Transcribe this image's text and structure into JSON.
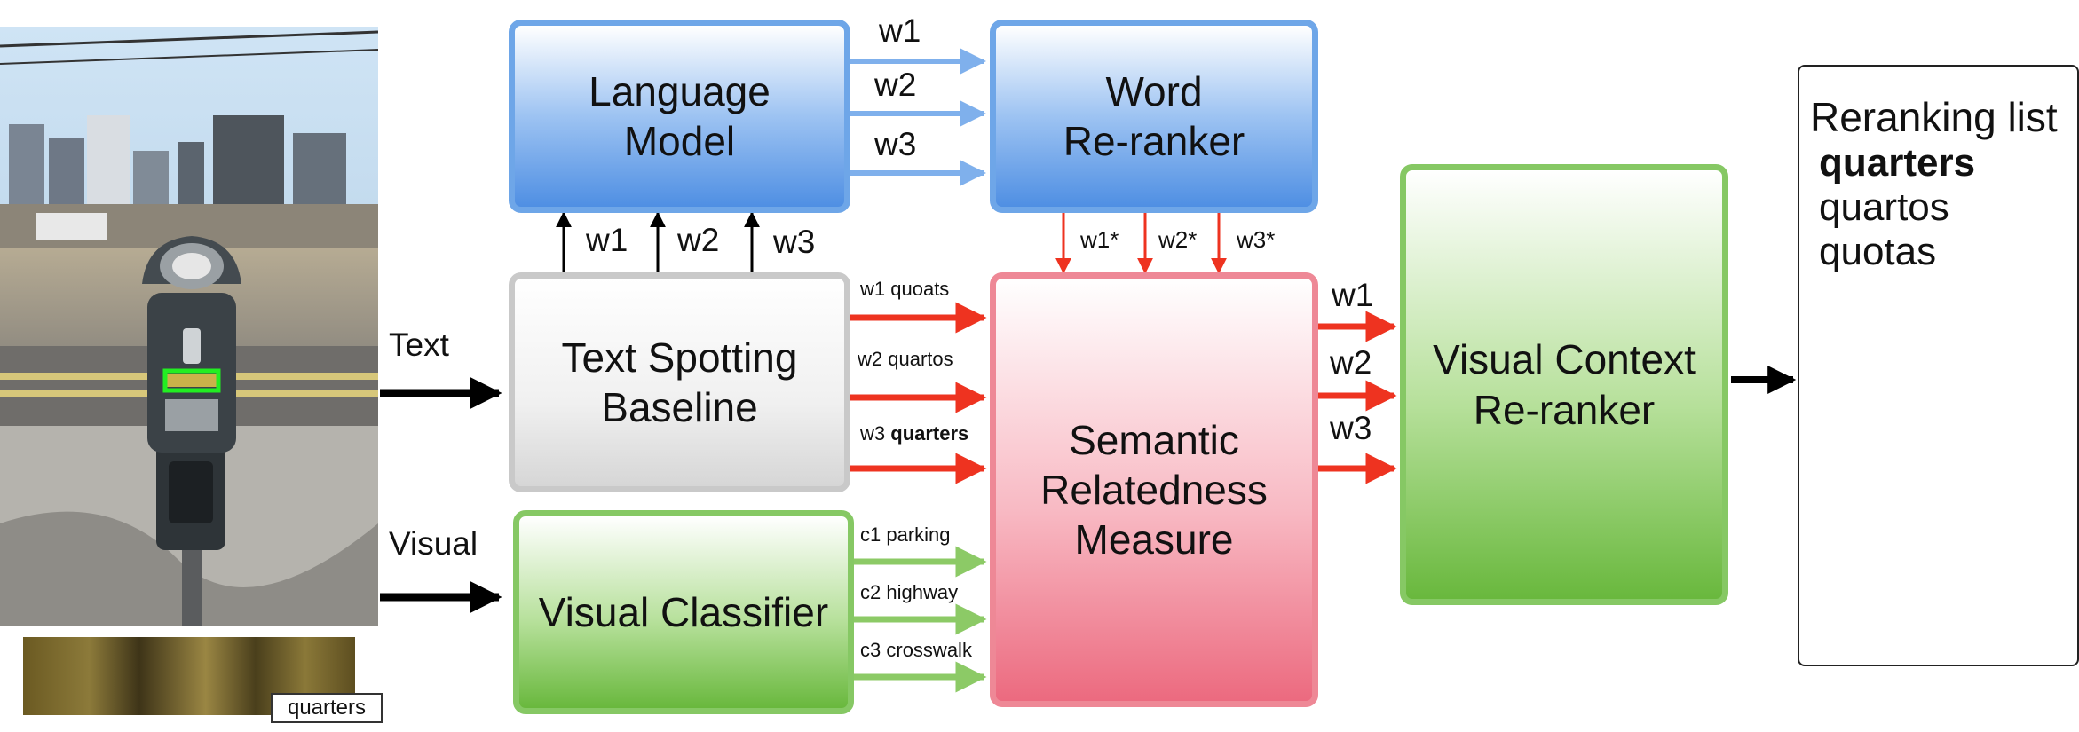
{
  "input": {
    "crop_label": "quarters",
    "text_label": "Text",
    "visual_label": "Visual"
  },
  "boxes": {
    "language_model": "Language\nModel",
    "word_reranker": "Word\nRe-ranker",
    "text_spotting": "Text Spotting\nBaseline",
    "visual_classifier": "Visual Classifier",
    "semantic": "Semantic\nRelatedness\nMeasure",
    "visual_context": "Visual Context\nRe-ranker"
  },
  "lm_to_reranker": [
    "w1",
    "w2",
    "w3"
  ],
  "spotting_to_lm": [
    "w1",
    "w2",
    "w3"
  ],
  "reranker_to_semantic": [
    "w1*",
    "w2*",
    "w3*"
  ],
  "spotting_outputs": [
    {
      "key": "w1",
      "word": "quoats",
      "bold": false
    },
    {
      "key": "w2",
      "word": "quartos",
      "bold": false
    },
    {
      "key": "w3",
      "word": "quarters",
      "bold": true
    }
  ],
  "classifier_outputs": [
    {
      "key": "c1",
      "word": "parking"
    },
    {
      "key": "c2",
      "word": "highway"
    },
    {
      "key": "c3",
      "word": "crosswalk"
    }
  ],
  "semantic_outputs": [
    "w1",
    "w2",
    "w3"
  ],
  "result": {
    "title": "Reranking list",
    "items": [
      {
        "text": "quarters",
        "bold": true
      },
      {
        "text": "quartos",
        "bold": false
      },
      {
        "text": "quotas",
        "bold": false
      }
    ]
  },
  "colors": {
    "blue_arrow": "#7fb0ec",
    "red_arrow": "#ee3320",
    "green_arrow": "#8cca66",
    "black_arrow": "#000000"
  },
  "icons": [
    "parking-meter-photo",
    "word-crop-image"
  ]
}
